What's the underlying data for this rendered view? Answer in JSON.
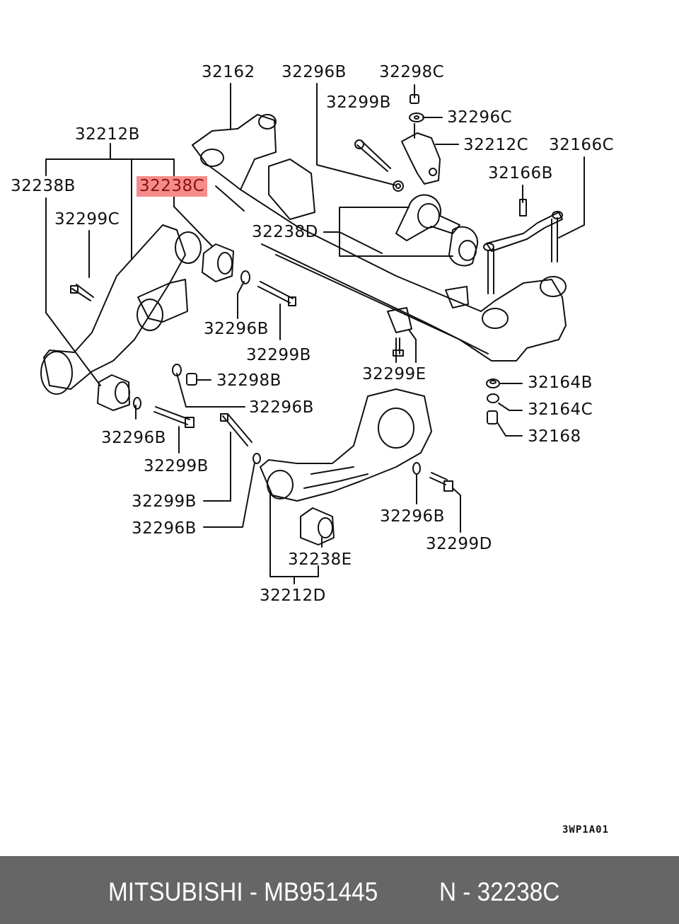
{
  "diagram": {
    "title": "Rear suspension crossmember and arms exploded parts diagram",
    "highlight_color": "#f58b8b",
    "highlighted_part": "32238C",
    "labels": [
      {
        "id": "l1",
        "text": "32162"
      },
      {
        "id": "l2",
        "text": "32296B"
      },
      {
        "id": "l3",
        "text": "32298C"
      },
      {
        "id": "l4",
        "text": "32299B"
      },
      {
        "id": "l5",
        "text": "32296C"
      },
      {
        "id": "l6",
        "text": "32212C"
      },
      {
        "id": "l7",
        "text": "32166C"
      },
      {
        "id": "l8",
        "text": "32212B"
      },
      {
        "id": "l9",
        "text": "32238B"
      },
      {
        "id": "l10",
        "text": "32238C"
      },
      {
        "id": "l11",
        "text": "32166B"
      },
      {
        "id": "l12",
        "text": "32299C"
      },
      {
        "id": "l13",
        "text": "32238D"
      },
      {
        "id": "l14",
        "text": "32296B"
      },
      {
        "id": "l15",
        "text": "32299B"
      },
      {
        "id": "l16",
        "text": "32299E"
      },
      {
        "id": "l17",
        "text": "32298B"
      },
      {
        "id": "l18",
        "text": "32164B"
      },
      {
        "id": "l19",
        "text": "32296B"
      },
      {
        "id": "l20",
        "text": "32164C"
      },
      {
        "id": "l21",
        "text": "32296B"
      },
      {
        "id": "l22",
        "text": "32168"
      },
      {
        "id": "l23",
        "text": "32299B"
      },
      {
        "id": "l24",
        "text": "32299B"
      },
      {
        "id": "l25",
        "text": "32296B"
      },
      {
        "id": "l26",
        "text": "32296B"
      },
      {
        "id": "l27",
        "text": "32299D"
      },
      {
        "id": "l28",
        "text": "32238E"
      },
      {
        "id": "l29",
        "text": "32212D"
      }
    ],
    "drawing_code": "3WP1A01"
  },
  "footer": {
    "brand_part": "MITSUBISHI - MB951445",
    "ref": "N - 32238C"
  }
}
